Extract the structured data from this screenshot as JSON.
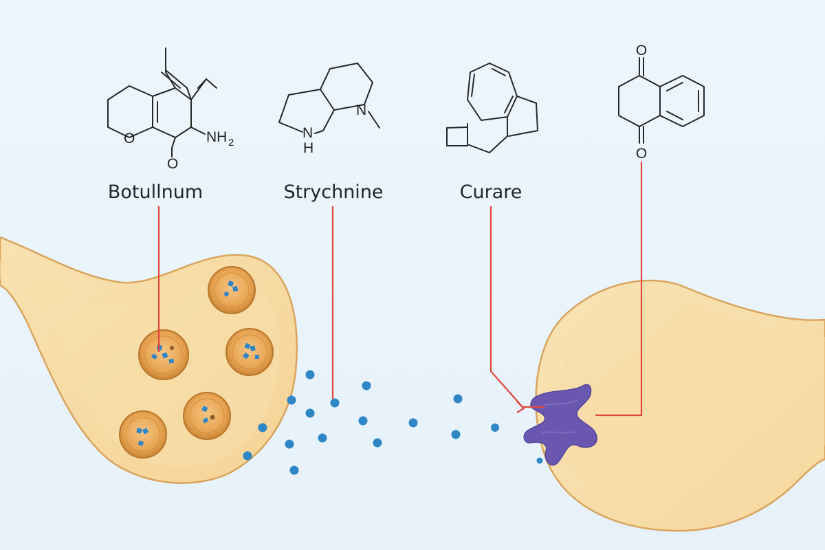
{
  "labels": {
    "botulinum": "Botullnum",
    "strychnine": "Strychnine",
    "curare": "Curare"
  },
  "atoms": {
    "nh2_main": "NH",
    "nh2_sub": "2",
    "o_ring": "O",
    "o_sub": "O",
    "strychnine_n": "N",
    "strychnine_nh_n": "N",
    "strychnine_nh_h": "H",
    "quinone_o_top": "O",
    "quinone_o_bottom": "O"
  },
  "colors": {
    "background": "#eaf4fb",
    "neuron_fill": "#f8dca4",
    "neuron_outline": "#d9a45c",
    "vesicle_fill": "#e6a04a",
    "vesicle_outline": "#b9772e",
    "neurotransmitter": "#2e86c6",
    "receptor": "#6a58b0",
    "pointer_line": "#e0463c"
  },
  "icons": {
    "vesicle": "synaptic-vesicle-icon",
    "receptor": "receptor-protein-icon"
  }
}
